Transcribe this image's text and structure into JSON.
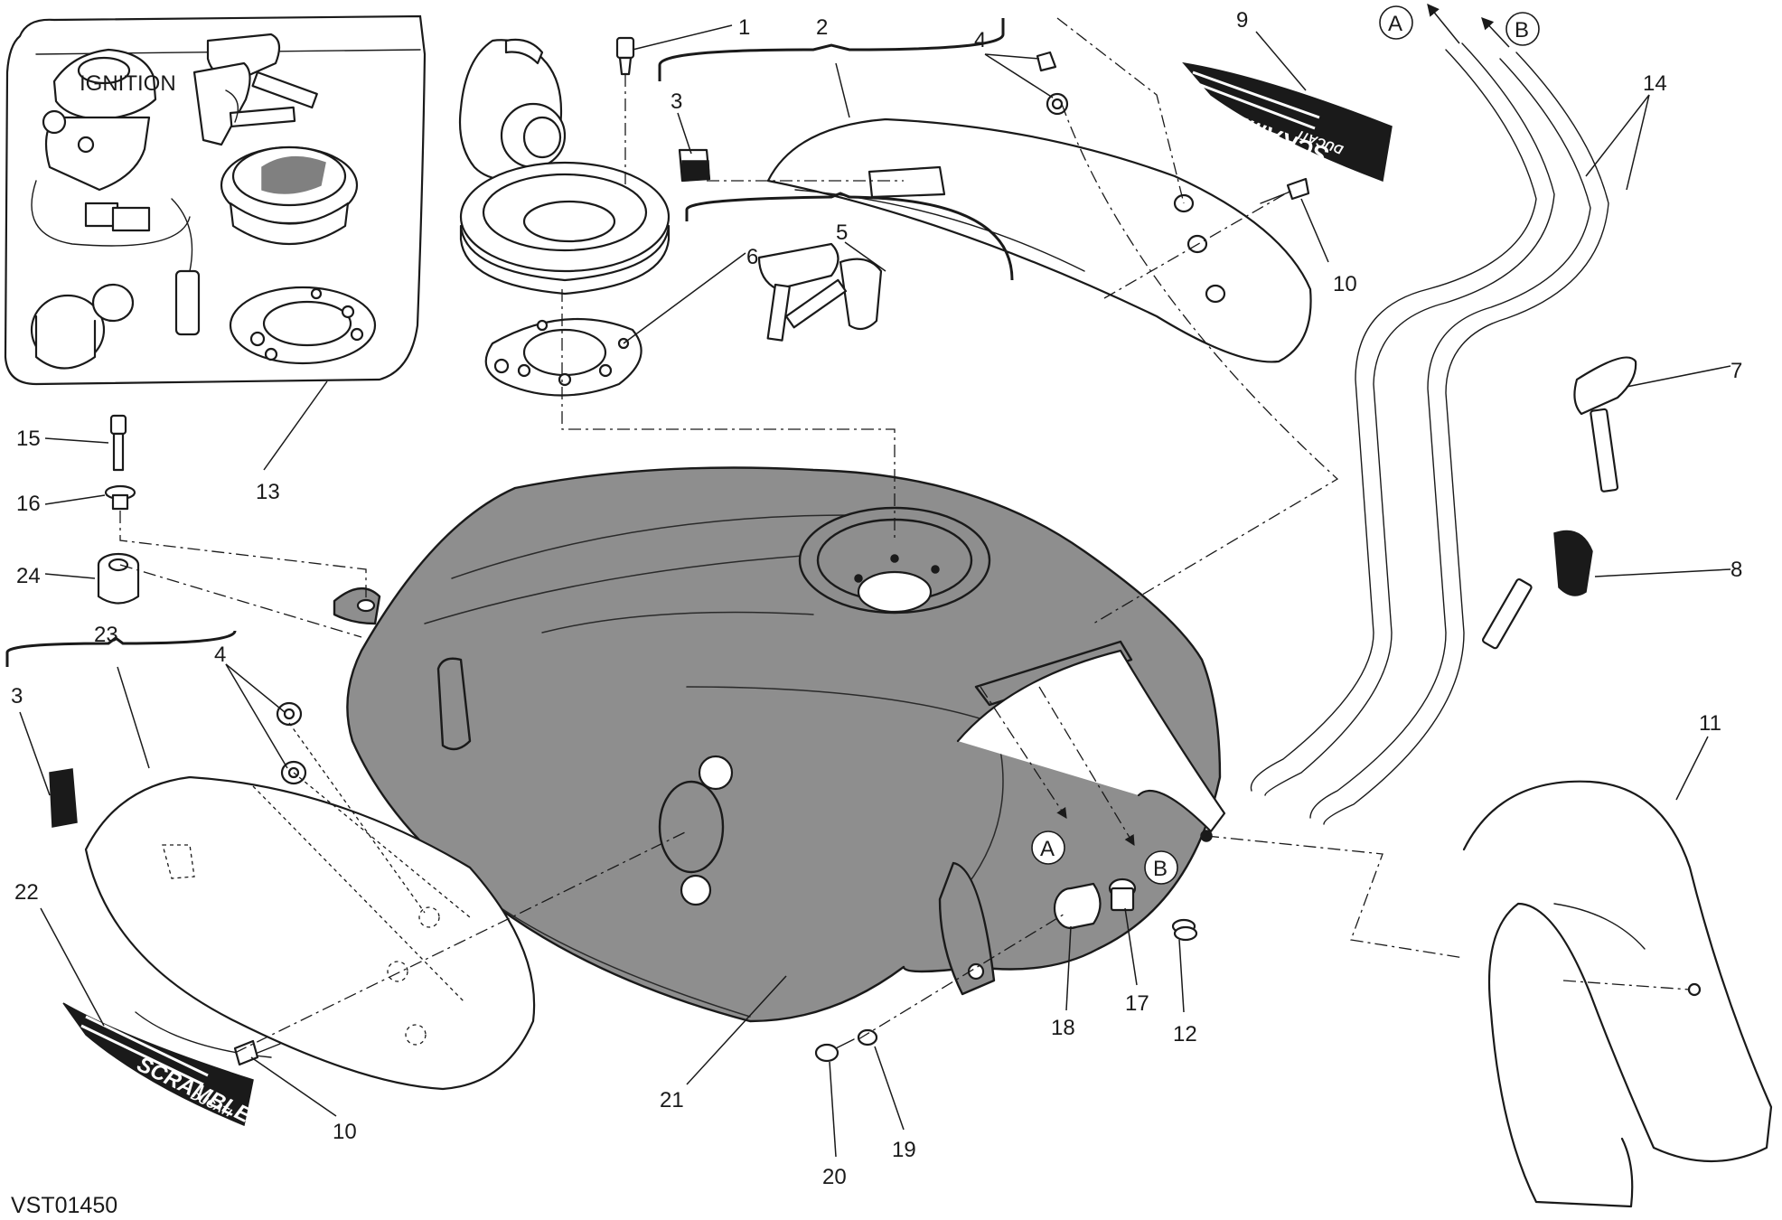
{
  "diagram": {
    "reference_code": "VST01450",
    "tank_fill": "#8e8e8e",
    "ink_color": "#1a1a1a",
    "callouts": [
      "1",
      "2",
      "3",
      "4",
      "5",
      "6",
      "7",
      "8",
      "9",
      "10",
      "11",
      "12",
      "13",
      "14",
      "15",
      "16",
      "17",
      "18",
      "19",
      "20",
      "21",
      "22",
      "23",
      "24"
    ],
    "connector_labels": [
      "A",
      "B"
    ],
    "decal": {
      "line1": "SCRAMBLER",
      "line2": "DUCATI"
    },
    "inset": {
      "ignition_label": "IGNITION"
    }
  }
}
